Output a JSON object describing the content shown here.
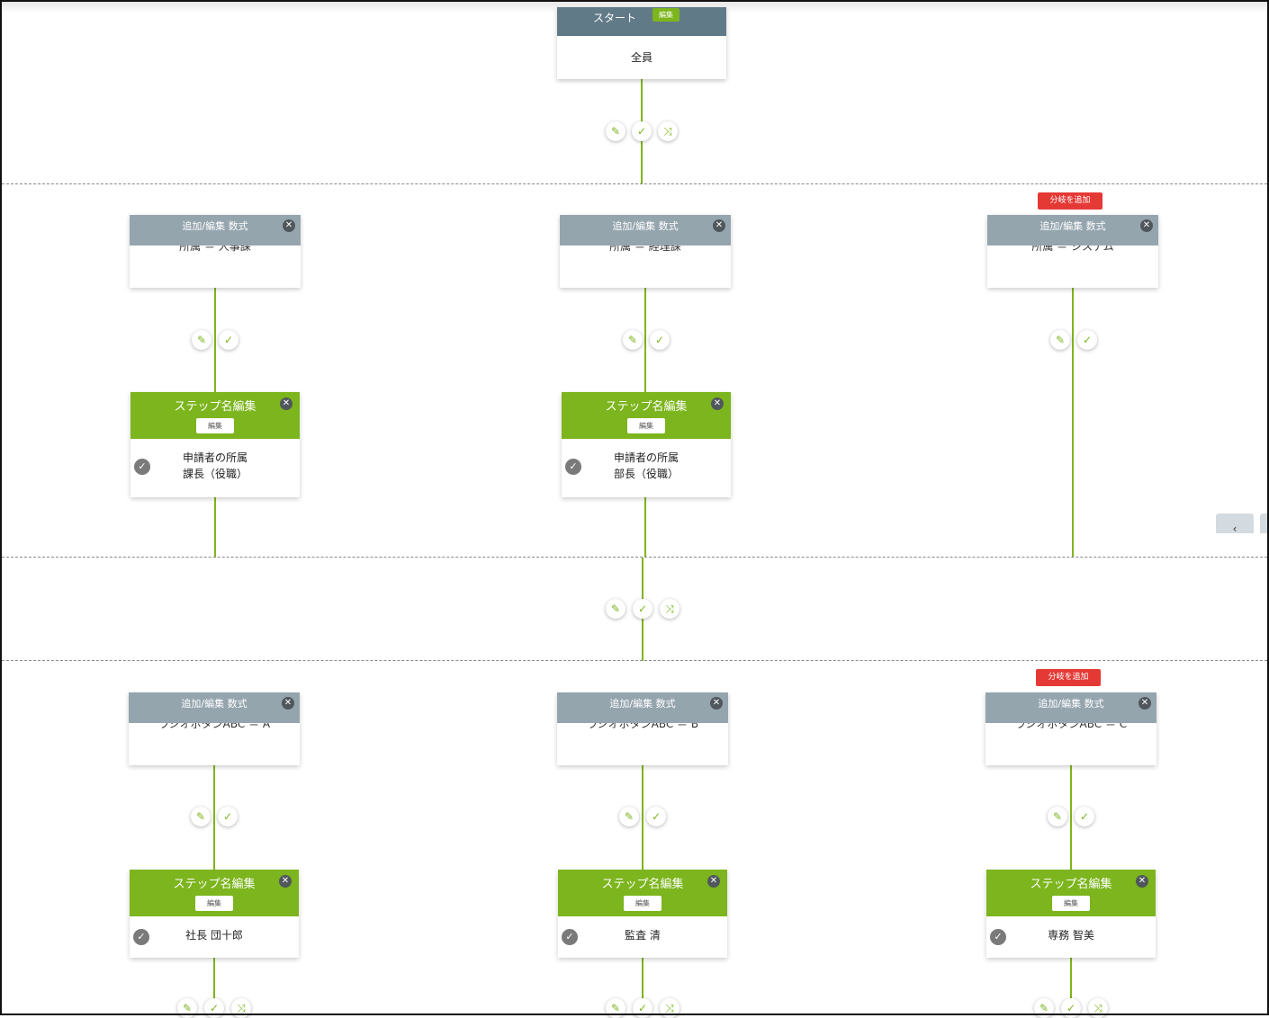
{
  "start": {
    "title": "スタート",
    "edit_label": "編集",
    "body": "全員"
  },
  "condition_header": "追加/編集 数式",
  "step_header": "ステップ名編集",
  "step_edit_label": "編集",
  "add_branch_label": "分岐を追加",
  "icons": {
    "edit": "pencil-icon",
    "approve": "check-icon",
    "split": "shuffle-icon",
    "close": "close-icon"
  },
  "colors": {
    "green": "#7cb51d",
    "gray_header": "#95a5ae",
    "start_header": "#617a88",
    "red": "#e53935"
  },
  "section1": {
    "conditions": [
      "所属 ＝ 人事課",
      "所属 ＝ 経理課",
      "所属 ＝ システム"
    ],
    "steps": [
      {
        "line1": "申請者の所属",
        "line2": "課長（役職）"
      },
      {
        "line1": "申請者の所属",
        "line2": "部長（役職）"
      }
    ]
  },
  "section2": {
    "conditions": [
      "ラジオボタンABC ＝ A",
      "ラジオボタンABC ＝ B",
      "ラジオボタンABC ＝ C"
    ],
    "steps": [
      {
        "line1": "社長 団十郎"
      },
      {
        "line1": "監査 清"
      },
      {
        "line1": "専務 智美"
      }
    ]
  },
  "scroll_label": "‹"
}
